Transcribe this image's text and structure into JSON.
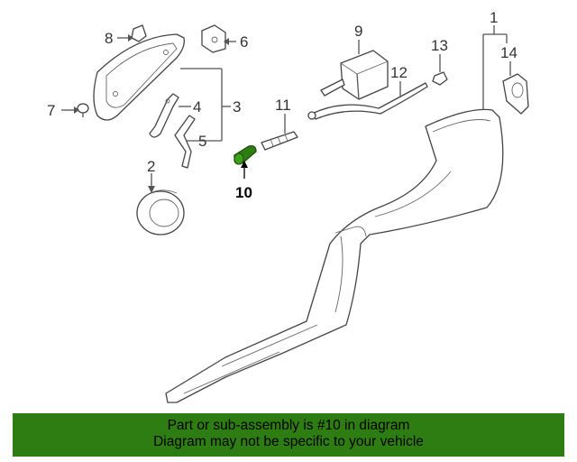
{
  "callouts": {
    "c1": "1",
    "c2": "2",
    "c3": "3",
    "c4": "4",
    "c5": "5",
    "c6": "6",
    "c7": "7",
    "c8": "8",
    "c9": "9",
    "c10": "10",
    "c11": "11",
    "c12": "12",
    "c13": "13",
    "c14": "14"
  },
  "highlight": {
    "part_number": "10",
    "color": "#2e7d12"
  },
  "banner": {
    "line1": "Part or sub-assembly is #10 in diagram",
    "line2": "Diagram may not be specific to your vehicle",
    "background": "#2e7d12"
  }
}
